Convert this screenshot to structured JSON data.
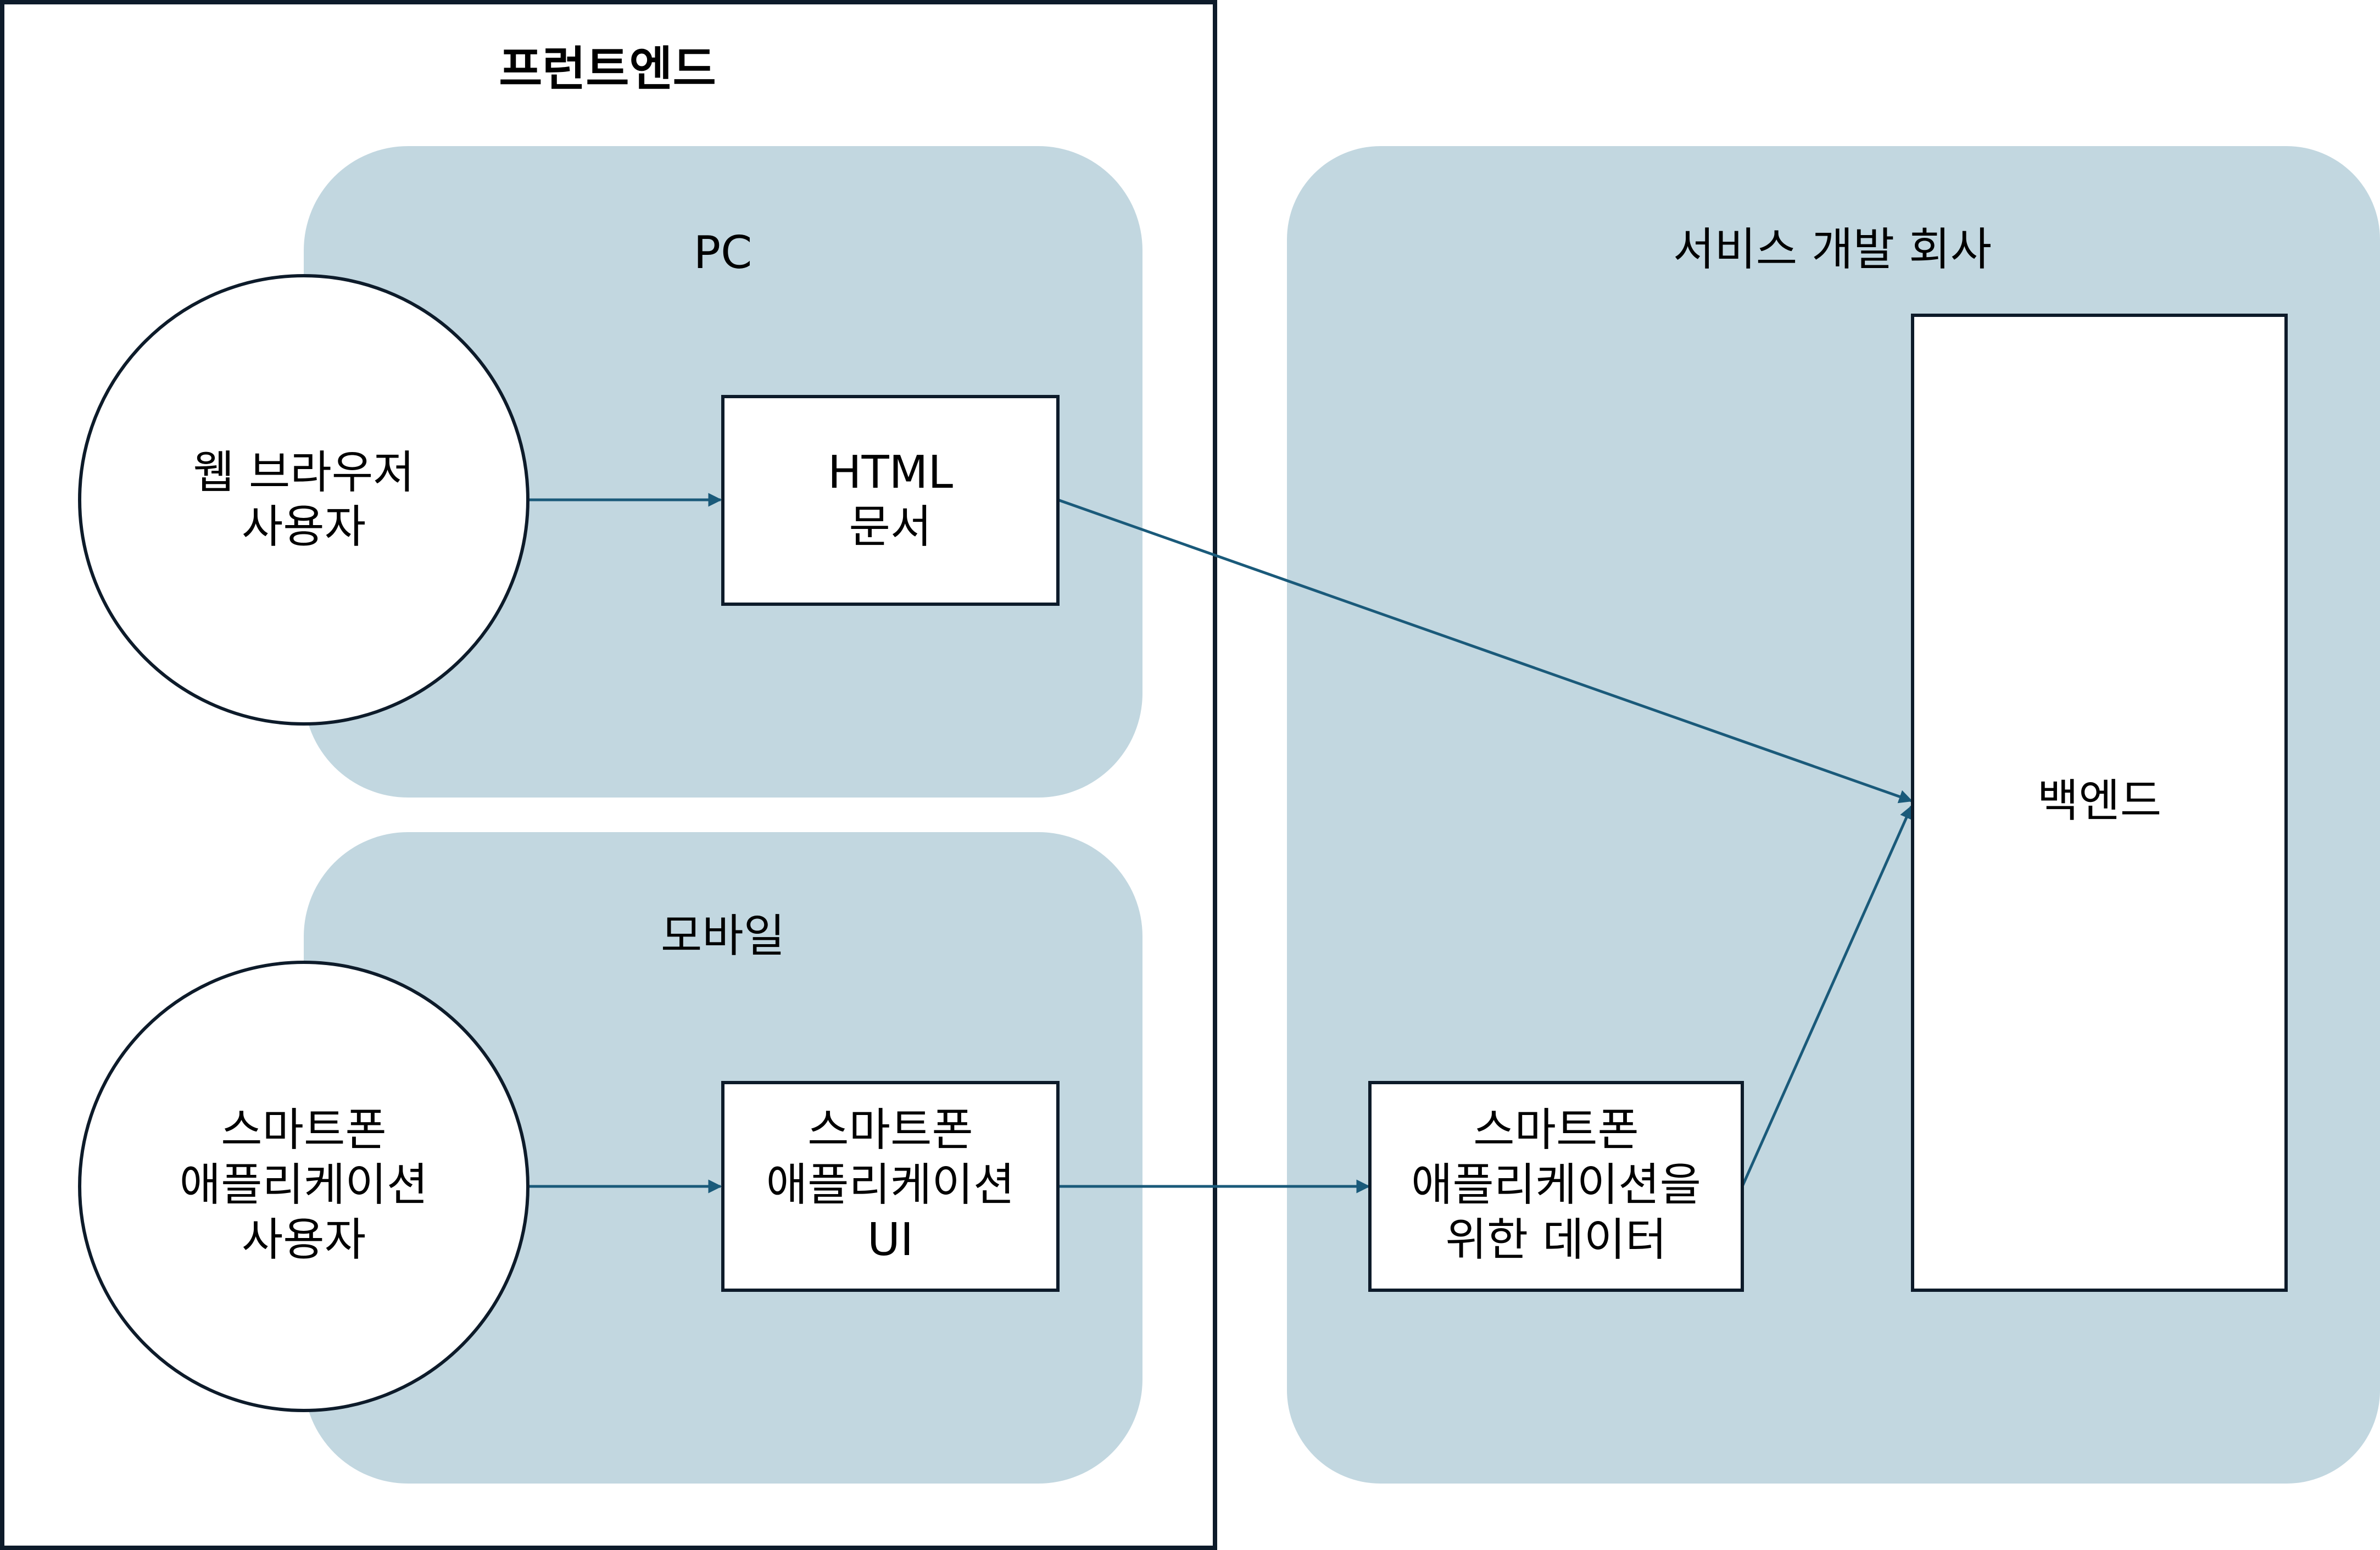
{
  "colors": {
    "region_fill": "#c2d7e0",
    "edge": "#1a5a7a",
    "outline": "#0d1b2a"
  },
  "frontend": {
    "title": "프런트엔드"
  },
  "pc_group": {
    "title": "PC"
  },
  "mobile_group": {
    "title": "모바일"
  },
  "company_group": {
    "title": "서비스 개발 회사"
  },
  "nodes": {
    "web_user": {
      "lines": [
        "웹 브라우저",
        "사용자"
      ]
    },
    "html_doc": {
      "lines": [
        "HTML",
        "문서"
      ]
    },
    "app_user": {
      "lines": [
        "스마트폰",
        "애플리케이션",
        "사용자"
      ]
    },
    "app_ui": {
      "lines": [
        "스마트폰",
        "애플리케이션",
        "UI"
      ]
    },
    "app_data": {
      "lines": [
        "스마트폰",
        "애플리케이션을",
        "위한 데이터"
      ]
    },
    "backend": {
      "lines": [
        "백엔드"
      ]
    }
  },
  "edges": [
    {
      "from": "web_user",
      "to": "html_doc"
    },
    {
      "from": "html_doc",
      "to": "backend"
    },
    {
      "from": "app_user",
      "to": "app_ui"
    },
    {
      "from": "app_ui",
      "to": "app_data"
    },
    {
      "from": "app_data",
      "to": "backend"
    }
  ]
}
